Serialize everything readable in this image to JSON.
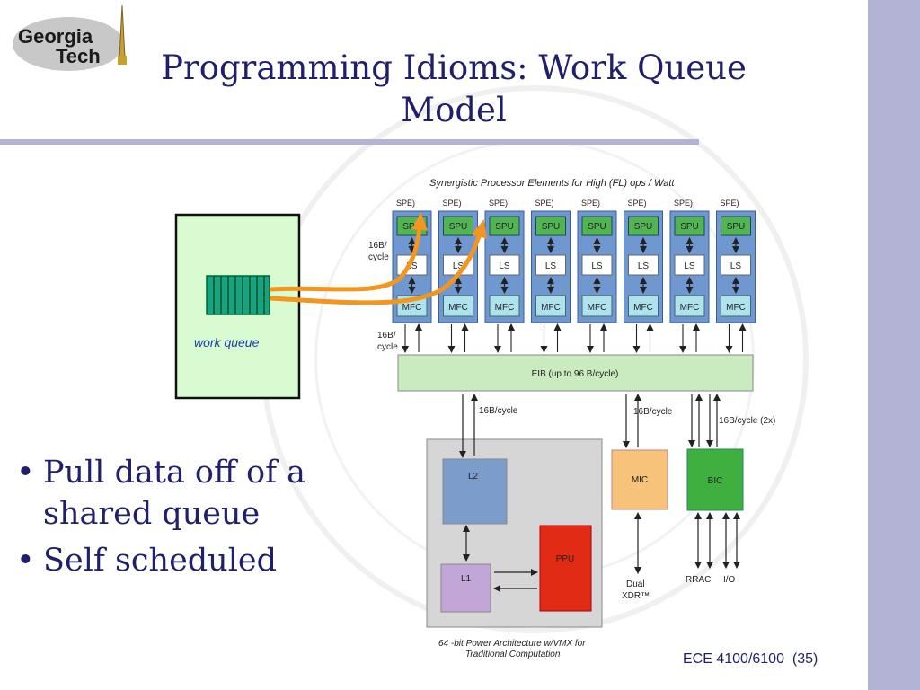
{
  "logo": {
    "line1": "Georgia",
    "line2": "Tech"
  },
  "slide": {
    "title_line1": "Programming Idioms: Work Queue",
    "title_line2": "Model"
  },
  "bullets": [
    "Pull data off of a shared queue",
    "Self scheduled"
  ],
  "footer": {
    "course": "ECE 4100/6100",
    "page": "(35)"
  },
  "diagram": {
    "header": "Synergistic Processor Elements for High (FL) ops / Watt",
    "spe_label": "SPE)",
    "spu": "SPU",
    "ls": "LS",
    "mfc": "MFC",
    "work_queue": "work queue",
    "bw_top_1": "16B/",
    "bw_top_2": "cycle",
    "bw_mid_1": "16B/",
    "bw_mid_2": "cycle",
    "eib": "EIB (up to 96 B/cycle)",
    "bw_ppe": "16B/cycle",
    "bw_mic": "16B/cycle",
    "bw_bic": "16B/cycle (2x)",
    "l2": "L2",
    "l1": "L1",
    "ppu": "PPU",
    "mic": "MIC",
    "bic": "BIC",
    "dual_1": "Dual",
    "dual_2": "XDR™",
    "rrac": "RRAC",
    "io": "I/O",
    "caption_1": "64 -bit Power Architecture w/VMX for",
    "caption_2": "Traditional Computation",
    "colors": {
      "spe_box": "#6f97d0",
      "spu": "#52b452",
      "ls": "#ffffff",
      "mfc": "#aee3ee",
      "eib": "#c9ebbf",
      "ppe_box": "#d6d6d6",
      "l2": "#7c9ccc",
      "l1": "#c3a6d8",
      "ppu": "#e12b14",
      "mic": "#f7c27a",
      "bic": "#3fb03f",
      "queue": "#16a383",
      "arrow": "#f3961f",
      "workqueue_bg": "#d8fbd2"
    }
  }
}
